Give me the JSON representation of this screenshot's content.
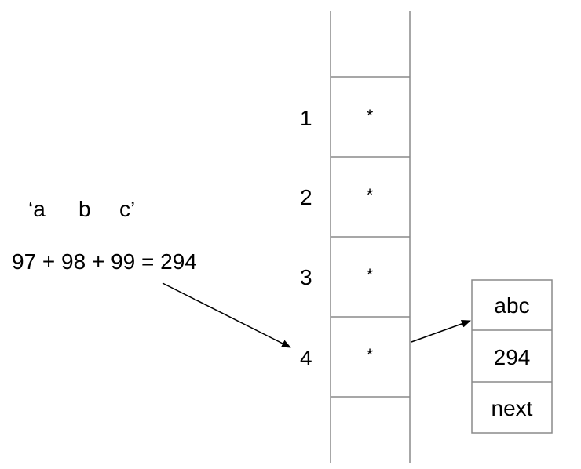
{
  "chars": {
    "a": "‘a",
    "b": "b",
    "c": "c’"
  },
  "equation": "97 + 98 + 99 = 294",
  "slots": [
    {
      "index": "1",
      "marker": "*"
    },
    {
      "index": "2",
      "marker": "*"
    },
    {
      "index": "3",
      "marker": "*"
    },
    {
      "index": "4",
      "marker": "*"
    }
  ],
  "node": {
    "key": "abc",
    "value": "294",
    "next": "next"
  }
}
